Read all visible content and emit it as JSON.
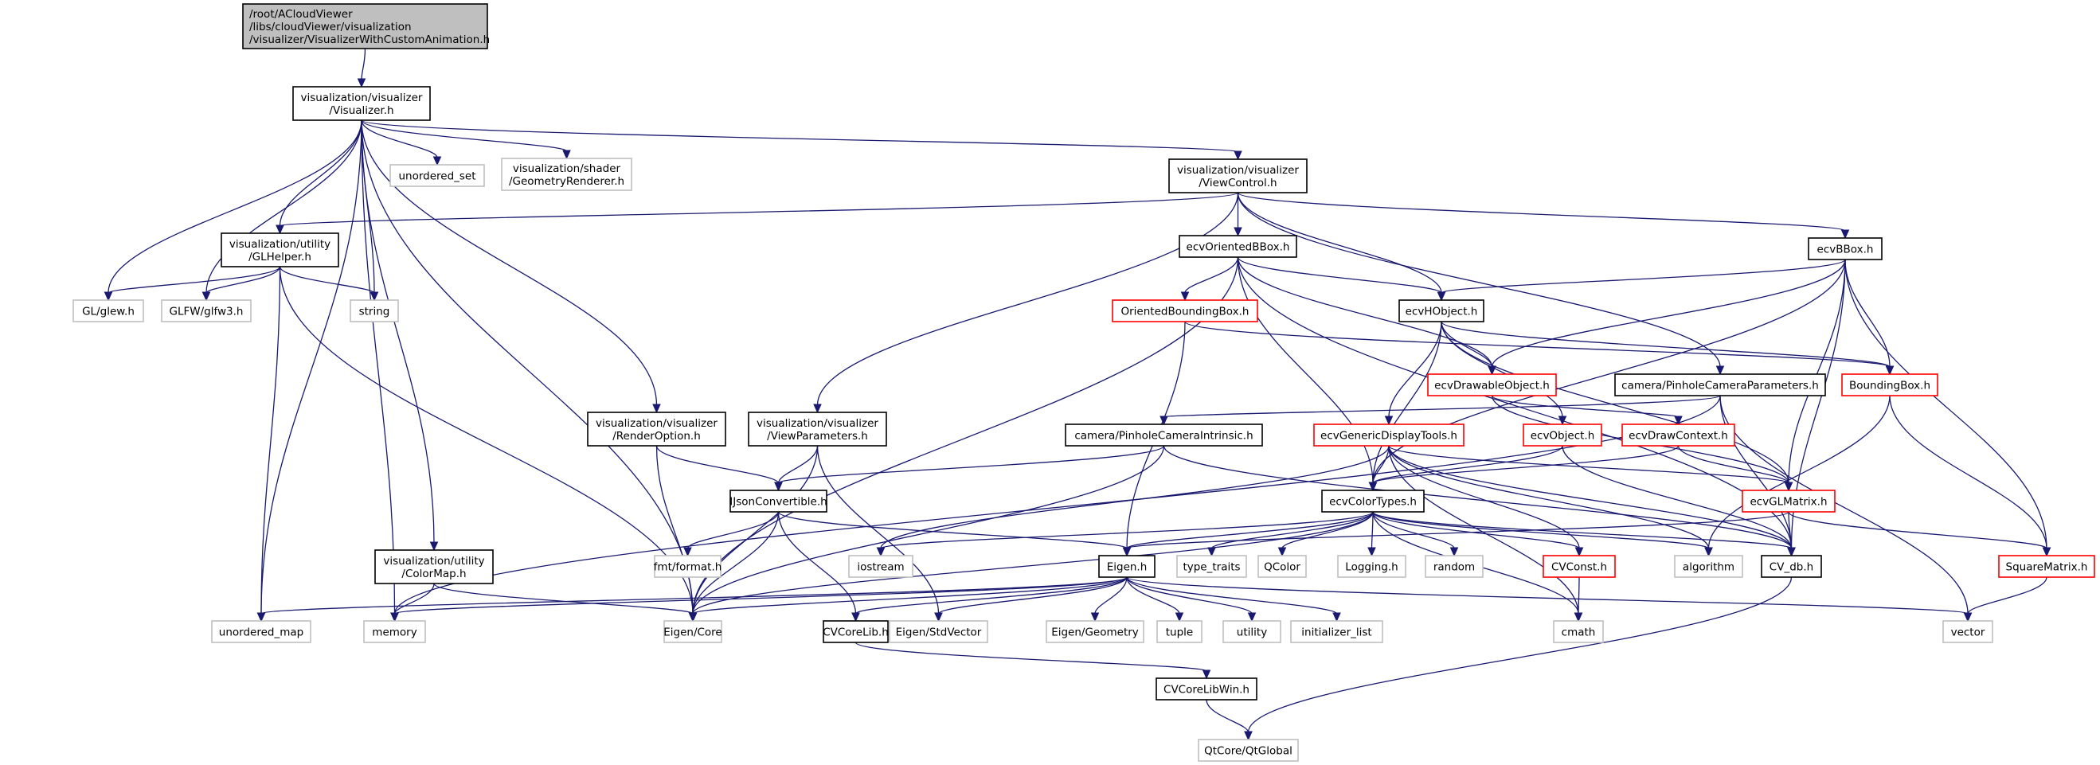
{
  "title": "Include dependency graph for VisualizerWithCustomAnimation.h",
  "styles": {
    "edge_color": "#191970",
    "root_fill": "#bfbfbf",
    "local_border": "#000000",
    "external_border": "#bfbfbf",
    "incomplete_border": "#ff0000"
  },
  "nodes": [
    {
      "id": "root",
      "kind": "root",
      "lines": [
        "/root/ACloudViewer",
        "/libs/cloudViewer/visualization",
        "/visualizer/VisualizerWithCustomAnimation.h"
      ]
    },
    {
      "id": "visualizer",
      "kind": "local",
      "lines": [
        "visualization/visualizer",
        "/Visualizer.h"
      ]
    },
    {
      "id": "unordered_set",
      "kind": "external",
      "lines": [
        "unordered_set"
      ]
    },
    {
      "id": "geomrenderer",
      "kind": "external",
      "lines": [
        "visualization/shader",
        "/GeometryRenderer.h"
      ]
    },
    {
      "id": "viewcontrol",
      "kind": "local",
      "lines": [
        "visualization/visualizer",
        "/ViewControl.h"
      ]
    },
    {
      "id": "glhelper",
      "kind": "local",
      "lines": [
        "visualization/utility",
        "/GLHelper.h"
      ]
    },
    {
      "id": "glew",
      "kind": "external",
      "lines": [
        "GL/glew.h"
      ]
    },
    {
      "id": "glfw",
      "kind": "external",
      "lines": [
        "GLFW/glfw3.h"
      ]
    },
    {
      "id": "string",
      "kind": "external",
      "lines": [
        "string"
      ]
    },
    {
      "id": "ecvorientedbbox",
      "kind": "local",
      "lines": [
        "ecvOrientedBBox.h"
      ]
    },
    {
      "id": "orientedboundingbox",
      "kind": "incomplete",
      "lines": [
        "OrientedBoundingBox.h"
      ]
    },
    {
      "id": "ecvhobject",
      "kind": "local",
      "lines": [
        "ecvHObject.h"
      ]
    },
    {
      "id": "ecvbbox",
      "kind": "local",
      "lines": [
        "ecvBBox.h"
      ]
    },
    {
      "id": "ecvdrawableobject",
      "kind": "incomplete",
      "lines": [
        "ecvDrawableObject.h"
      ]
    },
    {
      "id": "pinholeparams",
      "kind": "local",
      "lines": [
        "camera/PinholeCameraParameters.h"
      ]
    },
    {
      "id": "boundingbox",
      "kind": "incomplete",
      "lines": [
        "BoundingBox.h"
      ]
    },
    {
      "id": "renderoption",
      "kind": "local",
      "lines": [
        "visualization/visualizer",
        "/RenderOption.h"
      ]
    },
    {
      "id": "viewparameters",
      "kind": "local",
      "lines": [
        "visualization/visualizer",
        "/ViewParameters.h"
      ]
    },
    {
      "id": "pinholeintrinsic",
      "kind": "local",
      "lines": [
        "camera/PinholeCameraIntrinsic.h"
      ]
    },
    {
      "id": "genericdisplaytools",
      "kind": "incomplete",
      "lines": [
        "ecvGenericDisplayTools.h"
      ]
    },
    {
      "id": "ecvobject",
      "kind": "incomplete",
      "lines": [
        "ecvObject.h"
      ]
    },
    {
      "id": "ecvdrawcontext",
      "kind": "incomplete",
      "lines": [
        "ecvDrawContext.h"
      ]
    },
    {
      "id": "ijsonconvertible",
      "kind": "local",
      "lines": [
        "IJsonConvertible.h"
      ]
    },
    {
      "id": "ecvcolortypes",
      "kind": "local",
      "lines": [
        "ecvColorTypes.h"
      ]
    },
    {
      "id": "ecvglmatrix",
      "kind": "incomplete",
      "lines": [
        "ecvGLMatrix.h"
      ]
    },
    {
      "id": "colormap",
      "kind": "local",
      "lines": [
        "visualization/utility",
        "/ColorMap.h"
      ]
    },
    {
      "id": "fmtformat",
      "kind": "external",
      "lines": [
        "fmt/format.h"
      ]
    },
    {
      "id": "iostream",
      "kind": "external",
      "lines": [
        "iostream"
      ]
    },
    {
      "id": "eigenh",
      "kind": "local",
      "lines": [
        "Eigen.h"
      ]
    },
    {
      "id": "type_traits",
      "kind": "external",
      "lines": [
        "type_traits"
      ]
    },
    {
      "id": "qcolor",
      "kind": "external",
      "lines": [
        "QColor"
      ]
    },
    {
      "id": "logging",
      "kind": "external",
      "lines": [
        "Logging.h"
      ]
    },
    {
      "id": "random",
      "kind": "external",
      "lines": [
        "random"
      ]
    },
    {
      "id": "cvconst",
      "kind": "incomplete",
      "lines": [
        "CVConst.h"
      ]
    },
    {
      "id": "algorithm",
      "kind": "external",
      "lines": [
        "algorithm"
      ]
    },
    {
      "id": "cvdb",
      "kind": "local",
      "lines": [
        "CV_db.h"
      ]
    },
    {
      "id": "squarematrix",
      "kind": "incomplete",
      "lines": [
        "SquareMatrix.h"
      ]
    },
    {
      "id": "unordered_map",
      "kind": "external",
      "lines": [
        "unordered_map"
      ]
    },
    {
      "id": "memory",
      "kind": "external",
      "lines": [
        "memory"
      ]
    },
    {
      "id": "eigencore",
      "kind": "external",
      "lines": [
        "Eigen/Core"
      ]
    },
    {
      "id": "cvcorelib",
      "kind": "local",
      "lines": [
        "CVCoreLib.h"
      ]
    },
    {
      "id": "eigenstdvector",
      "kind": "external",
      "lines": [
        "Eigen/StdVector"
      ]
    },
    {
      "id": "eigengeometry",
      "kind": "external",
      "lines": [
        "Eigen/Geometry"
      ]
    },
    {
      "id": "tuple",
      "kind": "external",
      "lines": [
        "tuple"
      ]
    },
    {
      "id": "utility",
      "kind": "external",
      "lines": [
        "utility"
      ]
    },
    {
      "id": "initializer_list",
      "kind": "external",
      "lines": [
        "initializer_list"
      ]
    },
    {
      "id": "cmath",
      "kind": "external",
      "lines": [
        "cmath"
      ]
    },
    {
      "id": "vector",
      "kind": "external",
      "lines": [
        "vector"
      ]
    },
    {
      "id": "cvcorelibwin",
      "kind": "local",
      "lines": [
        "CVCoreLibWin.h"
      ]
    },
    {
      "id": "qtglobal",
      "kind": "external",
      "lines": [
        "QtCore/QtGlobal"
      ]
    }
  ],
  "edges": [
    [
      "root",
      "visualizer"
    ],
    [
      "visualizer",
      "unordered_set"
    ],
    [
      "visualizer",
      "geomrenderer"
    ],
    [
      "visualizer",
      "viewcontrol"
    ],
    [
      "visualizer",
      "glhelper"
    ],
    [
      "visualizer",
      "glew"
    ],
    [
      "visualizer",
      "glfw"
    ],
    [
      "visualizer",
      "string"
    ],
    [
      "visualizer",
      "renderoption"
    ],
    [
      "visualizer",
      "colormap"
    ],
    [
      "visualizer",
      "unordered_map"
    ],
    [
      "visualizer",
      "memory"
    ],
    [
      "visualizer",
      "eigencore"
    ],
    [
      "viewcontrol",
      "glhelper"
    ],
    [
      "viewcontrol",
      "ecvorientedbbox"
    ],
    [
      "viewcontrol",
      "ecvhobject"
    ],
    [
      "viewcontrol",
      "ecvbbox"
    ],
    [
      "viewcontrol",
      "pinholeparams"
    ],
    [
      "viewcontrol",
      "viewparameters"
    ],
    [
      "glhelper",
      "glew"
    ],
    [
      "glhelper",
      "glfw"
    ],
    [
      "glhelper",
      "string"
    ],
    [
      "glhelper",
      "unordered_map"
    ],
    [
      "glhelper",
      "eigencore"
    ],
    [
      "ecvorientedbbox",
      "orientedboundingbox"
    ],
    [
      "ecvorientedbbox",
      "ecvhobject"
    ],
    [
      "ecvorientedbbox",
      "ecvdrawableobject"
    ],
    [
      "ecvorientedbbox",
      "ecvcolortypes"
    ],
    [
      "ecvorientedbbox",
      "cvdb"
    ],
    [
      "ecvorientedbbox",
      "eigencore"
    ],
    [
      "orientedboundingbox",
      "boundingbox"
    ],
    [
      "orientedboundingbox",
      "eigenh"
    ],
    [
      "ecvbbox",
      "ecvhobject"
    ],
    [
      "ecvbbox",
      "ecvdrawableobject"
    ],
    [
      "ecvbbox",
      "boundingbox"
    ],
    [
      "ecvbbox",
      "ecvglmatrix"
    ],
    [
      "ecvbbox",
      "cvdb"
    ],
    [
      "ecvbbox",
      "squarematrix"
    ],
    [
      "ecvbbox",
      "ecvcolortypes"
    ],
    [
      "ecvhobject",
      "ecvdrawableobject"
    ],
    [
      "ecvhobject",
      "genericdisplaytools"
    ],
    [
      "ecvhobject",
      "ecvobject"
    ],
    [
      "ecvhobject",
      "ecvcolortypes"
    ],
    [
      "ecvhobject",
      "ecvglmatrix"
    ],
    [
      "ecvhobject",
      "boundingbox"
    ],
    [
      "ecvdrawableobject",
      "ecvdrawcontext"
    ],
    [
      "ecvdrawableobject",
      "ecvglmatrix"
    ],
    [
      "pinholeparams",
      "pinholeintrinsic"
    ],
    [
      "pinholeparams",
      "memory"
    ],
    [
      "pinholeparams",
      "cvdb"
    ],
    [
      "pinholeparams",
      "vector"
    ],
    [
      "boundingbox",
      "squarematrix"
    ],
    [
      "boundingbox",
      "algorithm"
    ],
    [
      "renderoption",
      "ijsonconvertible"
    ],
    [
      "renderoption",
      "eigencore"
    ],
    [
      "viewparameters",
      "ijsonconvertible"
    ],
    [
      "viewparameters",
      "eigencore"
    ],
    [
      "viewparameters",
      "eigenstdvector"
    ],
    [
      "pinholeintrinsic",
      "ijsonconvertible"
    ],
    [
      "pinholeintrinsic",
      "eigencore"
    ],
    [
      "pinholeintrinsic",
      "cvdb"
    ],
    [
      "genericdisplaytools",
      "ecvglmatrix"
    ],
    [
      "genericdisplaytools",
      "ecvcolortypes"
    ],
    [
      "genericdisplaytools",
      "cvconst"
    ],
    [
      "genericdisplaytools",
      "cvdb"
    ],
    [
      "genericdisplaytools",
      "iostream"
    ],
    [
      "genericdisplaytools",
      "algorithm"
    ],
    [
      "genericdisplaytools",
      "cmath"
    ],
    [
      "ecvobject",
      "ecvcolortypes"
    ],
    [
      "ecvobject",
      "cvdb"
    ],
    [
      "ecvdrawcontext",
      "ecvcolortypes"
    ],
    [
      "ecvdrawcontext",
      "ecvglmatrix"
    ],
    [
      "ijsonconvertible",
      "fmtformat"
    ],
    [
      "ijsonconvertible",
      "eigencore"
    ],
    [
      "ijsonconvertible",
      "cvcorelib"
    ],
    [
      "ijsonconvertible",
      "eigenh"
    ],
    [
      "ecvcolortypes",
      "eigenh"
    ],
    [
      "ecvcolortypes",
      "iostream"
    ],
    [
      "ecvcolortypes",
      "type_traits"
    ],
    [
      "ecvcolortypes",
      "qcolor"
    ],
    [
      "ecvcolortypes",
      "logging"
    ],
    [
      "ecvcolortypes",
      "random"
    ],
    [
      "ecvcolortypes",
      "cvconst"
    ],
    [
      "ecvcolortypes",
      "algorithm"
    ],
    [
      "ecvcolortypes",
      "cvdb"
    ],
    [
      "ecvcolortypes",
      "cmath"
    ],
    [
      "ecvcolortypes",
      "eigencore"
    ],
    [
      "ecvglmatrix",
      "cvdb"
    ],
    [
      "ecvglmatrix",
      "squarematrix"
    ],
    [
      "ecvglmatrix",
      "eigenh"
    ],
    [
      "colormap",
      "memory"
    ],
    [
      "colormap",
      "eigencore"
    ],
    [
      "eigenh",
      "eigencore"
    ],
    [
      "eigenh",
      "cvcorelib"
    ],
    [
      "eigenh",
      "eigenstdvector"
    ],
    [
      "eigenh",
      "eigengeometry"
    ],
    [
      "eigenh",
      "tuple"
    ],
    [
      "eigenh",
      "utility"
    ],
    [
      "eigenh",
      "initializer_list"
    ],
    [
      "eigenh",
      "vector"
    ],
    [
      "eigenh",
      "memory"
    ],
    [
      "eigenh",
      "unordered_map"
    ],
    [
      "cvconst",
      "cmath"
    ],
    [
      "cvdb",
      "qtglobal"
    ],
    [
      "squarematrix",
      "vector"
    ],
    [
      "cvcorelib",
      "cvcorelibwin"
    ],
    [
      "cvcorelibwin",
      "qtglobal"
    ]
  ]
}
